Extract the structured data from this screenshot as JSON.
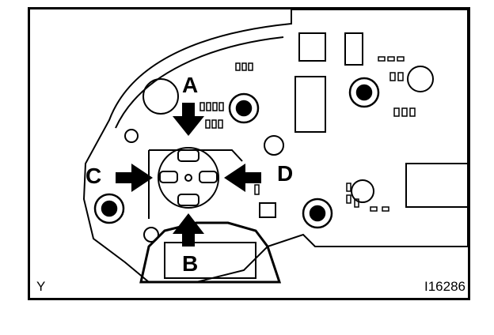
{
  "labels": {
    "a": "A",
    "b": "B",
    "c": "C",
    "d": "D"
  },
  "corner_left": "Y",
  "figure_id": "I16286",
  "colors": {
    "ink": "#000000",
    "paper": "#ffffff"
  }
}
